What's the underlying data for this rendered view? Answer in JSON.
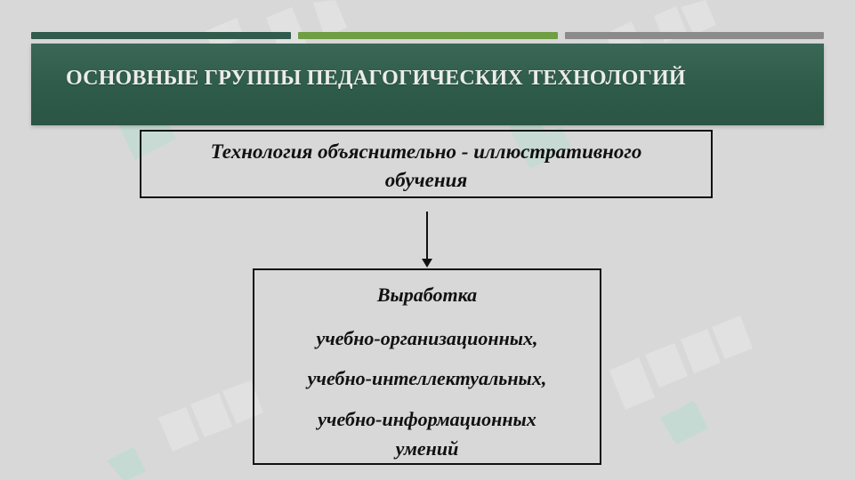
{
  "slide": {
    "title": "ОСНОВНЫЕ ГРУППЫ ПЕДАГОГИЧЕСКИХ ТЕХНОЛОГИЙ",
    "top_box": {
      "line1": "Технология объяснительно - иллюстративного",
      "line2": "обучения"
    },
    "bottom_box": {
      "line1": "Выработка",
      "line2": "учебно-организационных,",
      "line3": "учебно-интеллектуальных,",
      "line4": "учебно-информационных",
      "line5": "умений"
    }
  },
  "colors": {
    "background": "#d8d8d8",
    "title_band": "#2e5b4a",
    "accent_green": "#6f9e43",
    "accent_gray": "#8b8b8b",
    "text_dark": "#111111",
    "title_text": "#ececec"
  },
  "icons": {
    "connector": "down-arrow-icon",
    "watermark": "soff-watermark-icon"
  }
}
